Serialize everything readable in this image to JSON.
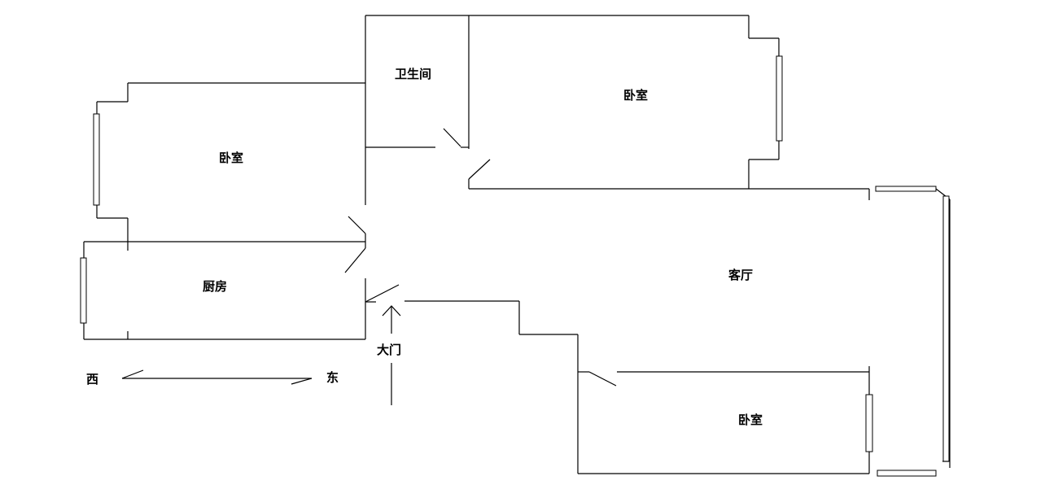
{
  "rooms": {
    "bathroom": "卫生间",
    "bedroom_north": "卧室",
    "bedroom_west": "卧室",
    "kitchen": "厨房",
    "living_room": "客厅",
    "bedroom_south": "卧室"
  },
  "entrance": "大门",
  "compass": {
    "west": "西",
    "east": "东"
  }
}
